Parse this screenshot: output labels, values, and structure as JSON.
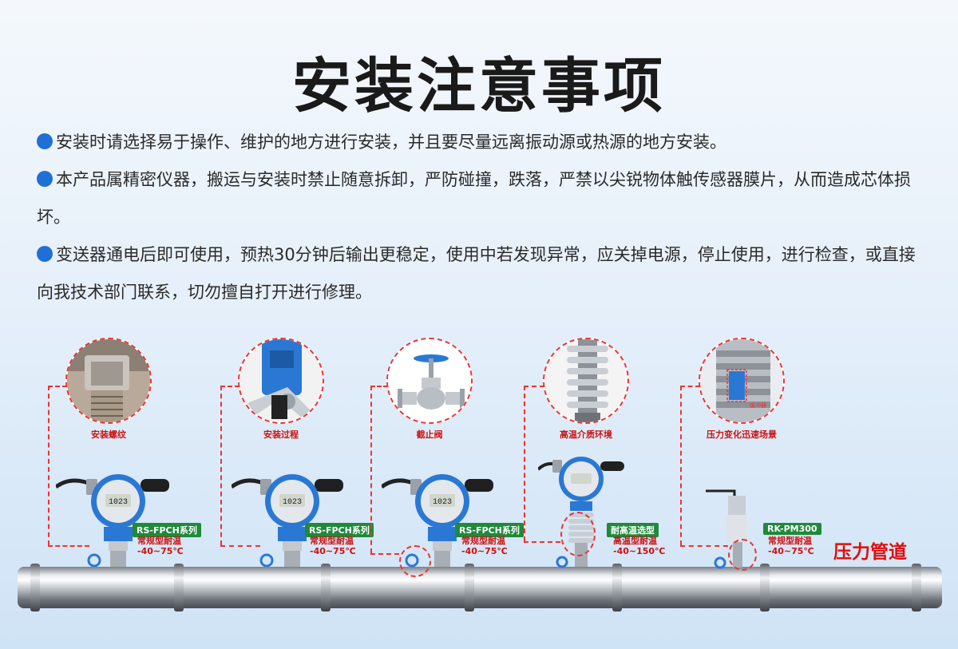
{
  "title": "安装注意事项",
  "notes": [
    "安装时请选择易于操作、维护的地方进行安装，并且要尽量远离振动源或热源的地方安装。",
    "本产品属精密仪器，搬运与安装时禁止随意拆卸，严防碰撞，跌落，严禁以尖锐物体触传感器膜片，从而造成芯体损坏。",
    "变送器通电后即可使用，预热30分钟后输出更稳定，使用中若发现异常，应关掉电源，停止使用，进行检查，或直接向我技术部门联系，切勿擅自打开进行修理。"
  ],
  "scenarios": [
    {
      "caption": "安装螺纹",
      "model": "RS-FPCH系列",
      "spec1": "常规型耐温",
      "spec2": "-40~75℃"
    },
    {
      "caption": "安装过程",
      "model": "RS-FPCH系列",
      "spec1": "常规型耐温",
      "spec2": "-40~75℃"
    },
    {
      "caption": "截止阀",
      "model": "RS-FPCH系列",
      "spec1": "常规型耐温",
      "spec2": "-40~75℃"
    },
    {
      "caption": "高温介质环境",
      "model": "耐高温选型",
      "spec1": "高温型耐温",
      "spec2": "-40~150℃"
    },
    {
      "caption": "压力变化迅速场景",
      "model": "RK-PM300",
      "spec1": "常规型耐温",
      "spec2": "-40~75℃"
    }
  ],
  "buffer_label": "缓冲器",
  "lcd_value": "1023",
  "pipe_label": "压力管道",
  "colors": {
    "accent": "#1f6fd6",
    "warning": "#cc1111",
    "badge": "#1e8a3a"
  }
}
